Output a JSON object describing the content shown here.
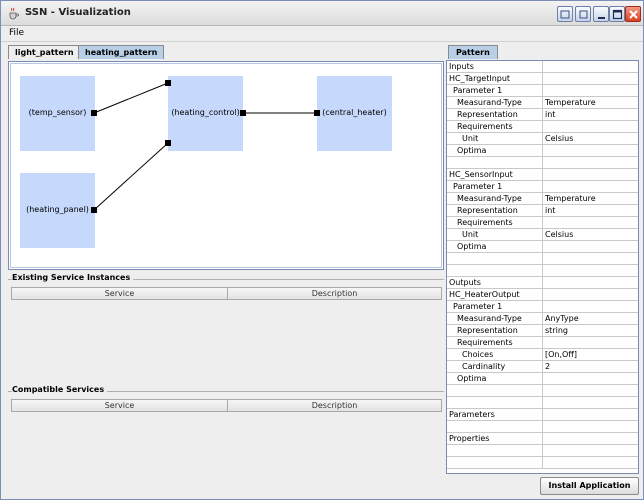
{
  "window": {
    "title": "SSN - Visualization"
  },
  "menu": {
    "file": "File"
  },
  "tabs": [
    {
      "label": "light_pattern",
      "active": false
    },
    {
      "label": "heating_pattern",
      "active": true
    }
  ],
  "diagram": {
    "nodes": {
      "temp_sensor": "(temp_sensor)",
      "heating_panel": "(heating_panel)",
      "heating_control": "(heating_control)",
      "central_heater": "(central_heater)"
    },
    "node_color": "#c6d8fb"
  },
  "existing_instances": {
    "title": "Existing Service Instances",
    "columns": [
      "Service",
      "Description"
    ]
  },
  "compatible_services": {
    "title": "Compatible Services",
    "columns": [
      "Service",
      "Description"
    ]
  },
  "pattern": {
    "tab": "Pattern",
    "rows": [
      {
        "indent": 0,
        "name": "Inputs",
        "value": ""
      },
      {
        "indent": 0,
        "name": "HC_TargetInput",
        "value": ""
      },
      {
        "indent": 1,
        "name": "Parameter 1",
        "value": ""
      },
      {
        "indent": 2,
        "name": "Measurand-Type",
        "value": "Temperature"
      },
      {
        "indent": 2,
        "name": "Representation",
        "value": "int"
      },
      {
        "indent": 2,
        "name": "Requirements",
        "value": ""
      },
      {
        "indent": 3,
        "name": "Unit",
        "value": "Celsius"
      },
      {
        "indent": 2,
        "name": "Optima",
        "value": ""
      },
      {
        "indent": 0,
        "name": "",
        "value": ""
      },
      {
        "indent": 0,
        "name": "HC_SensorInput",
        "value": ""
      },
      {
        "indent": 1,
        "name": "Parameter 1",
        "value": ""
      },
      {
        "indent": 2,
        "name": "Measurand-Type",
        "value": "Temperature"
      },
      {
        "indent": 2,
        "name": "Representation",
        "value": "int"
      },
      {
        "indent": 2,
        "name": "Requirements",
        "value": ""
      },
      {
        "indent": 3,
        "name": "Unit",
        "value": "Celsius"
      },
      {
        "indent": 2,
        "name": "Optima",
        "value": ""
      },
      {
        "indent": 0,
        "name": "",
        "value": ""
      },
      {
        "indent": 0,
        "name": "",
        "value": ""
      },
      {
        "indent": 0,
        "name": "Outputs",
        "value": ""
      },
      {
        "indent": 0,
        "name": "HC_HeaterOutput",
        "value": ""
      },
      {
        "indent": 1,
        "name": "Parameter 1",
        "value": ""
      },
      {
        "indent": 2,
        "name": "Measurand-Type",
        "value": "AnyType"
      },
      {
        "indent": 2,
        "name": "Representation",
        "value": "string"
      },
      {
        "indent": 2,
        "name": "Requirements",
        "value": ""
      },
      {
        "indent": 3,
        "name": "Choices",
        "value": "[On,Off]"
      },
      {
        "indent": 3,
        "name": "Cardinality",
        "value": "2"
      },
      {
        "indent": 2,
        "name": "Optima",
        "value": ""
      },
      {
        "indent": 0,
        "name": "",
        "value": ""
      },
      {
        "indent": 0,
        "name": "",
        "value": ""
      },
      {
        "indent": 0,
        "name": "Parameters",
        "value": ""
      },
      {
        "indent": 0,
        "name": "",
        "value": ""
      },
      {
        "indent": 0,
        "name": "Properties",
        "value": ""
      },
      {
        "indent": 0,
        "name": "",
        "value": ""
      },
      {
        "indent": 0,
        "name": "",
        "value": ""
      }
    ]
  },
  "install_button": "Install Application"
}
